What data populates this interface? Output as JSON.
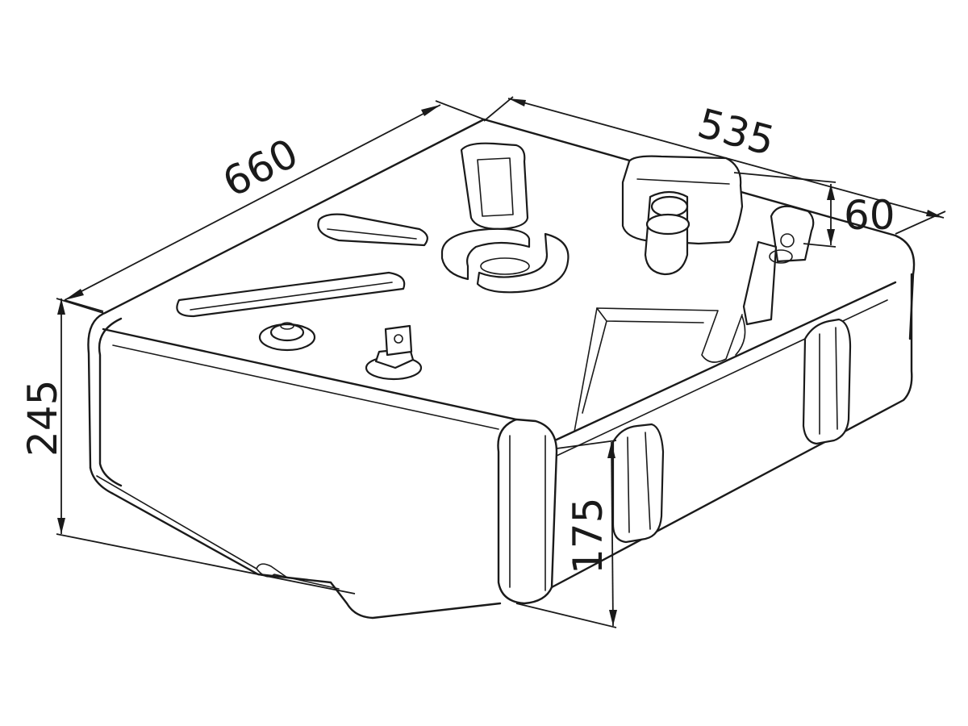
{
  "dimensions": {
    "length": "660",
    "width": "535",
    "neck": "60",
    "height": "245",
    "side_height": "175"
  },
  "icons": {
    "body": "tank-body-outline",
    "filler": "filler-neck-icon",
    "vent": "vent-fitting-icon",
    "sender": "fuel-sender-icon",
    "outlet": "outlet-fitting-icon"
  }
}
